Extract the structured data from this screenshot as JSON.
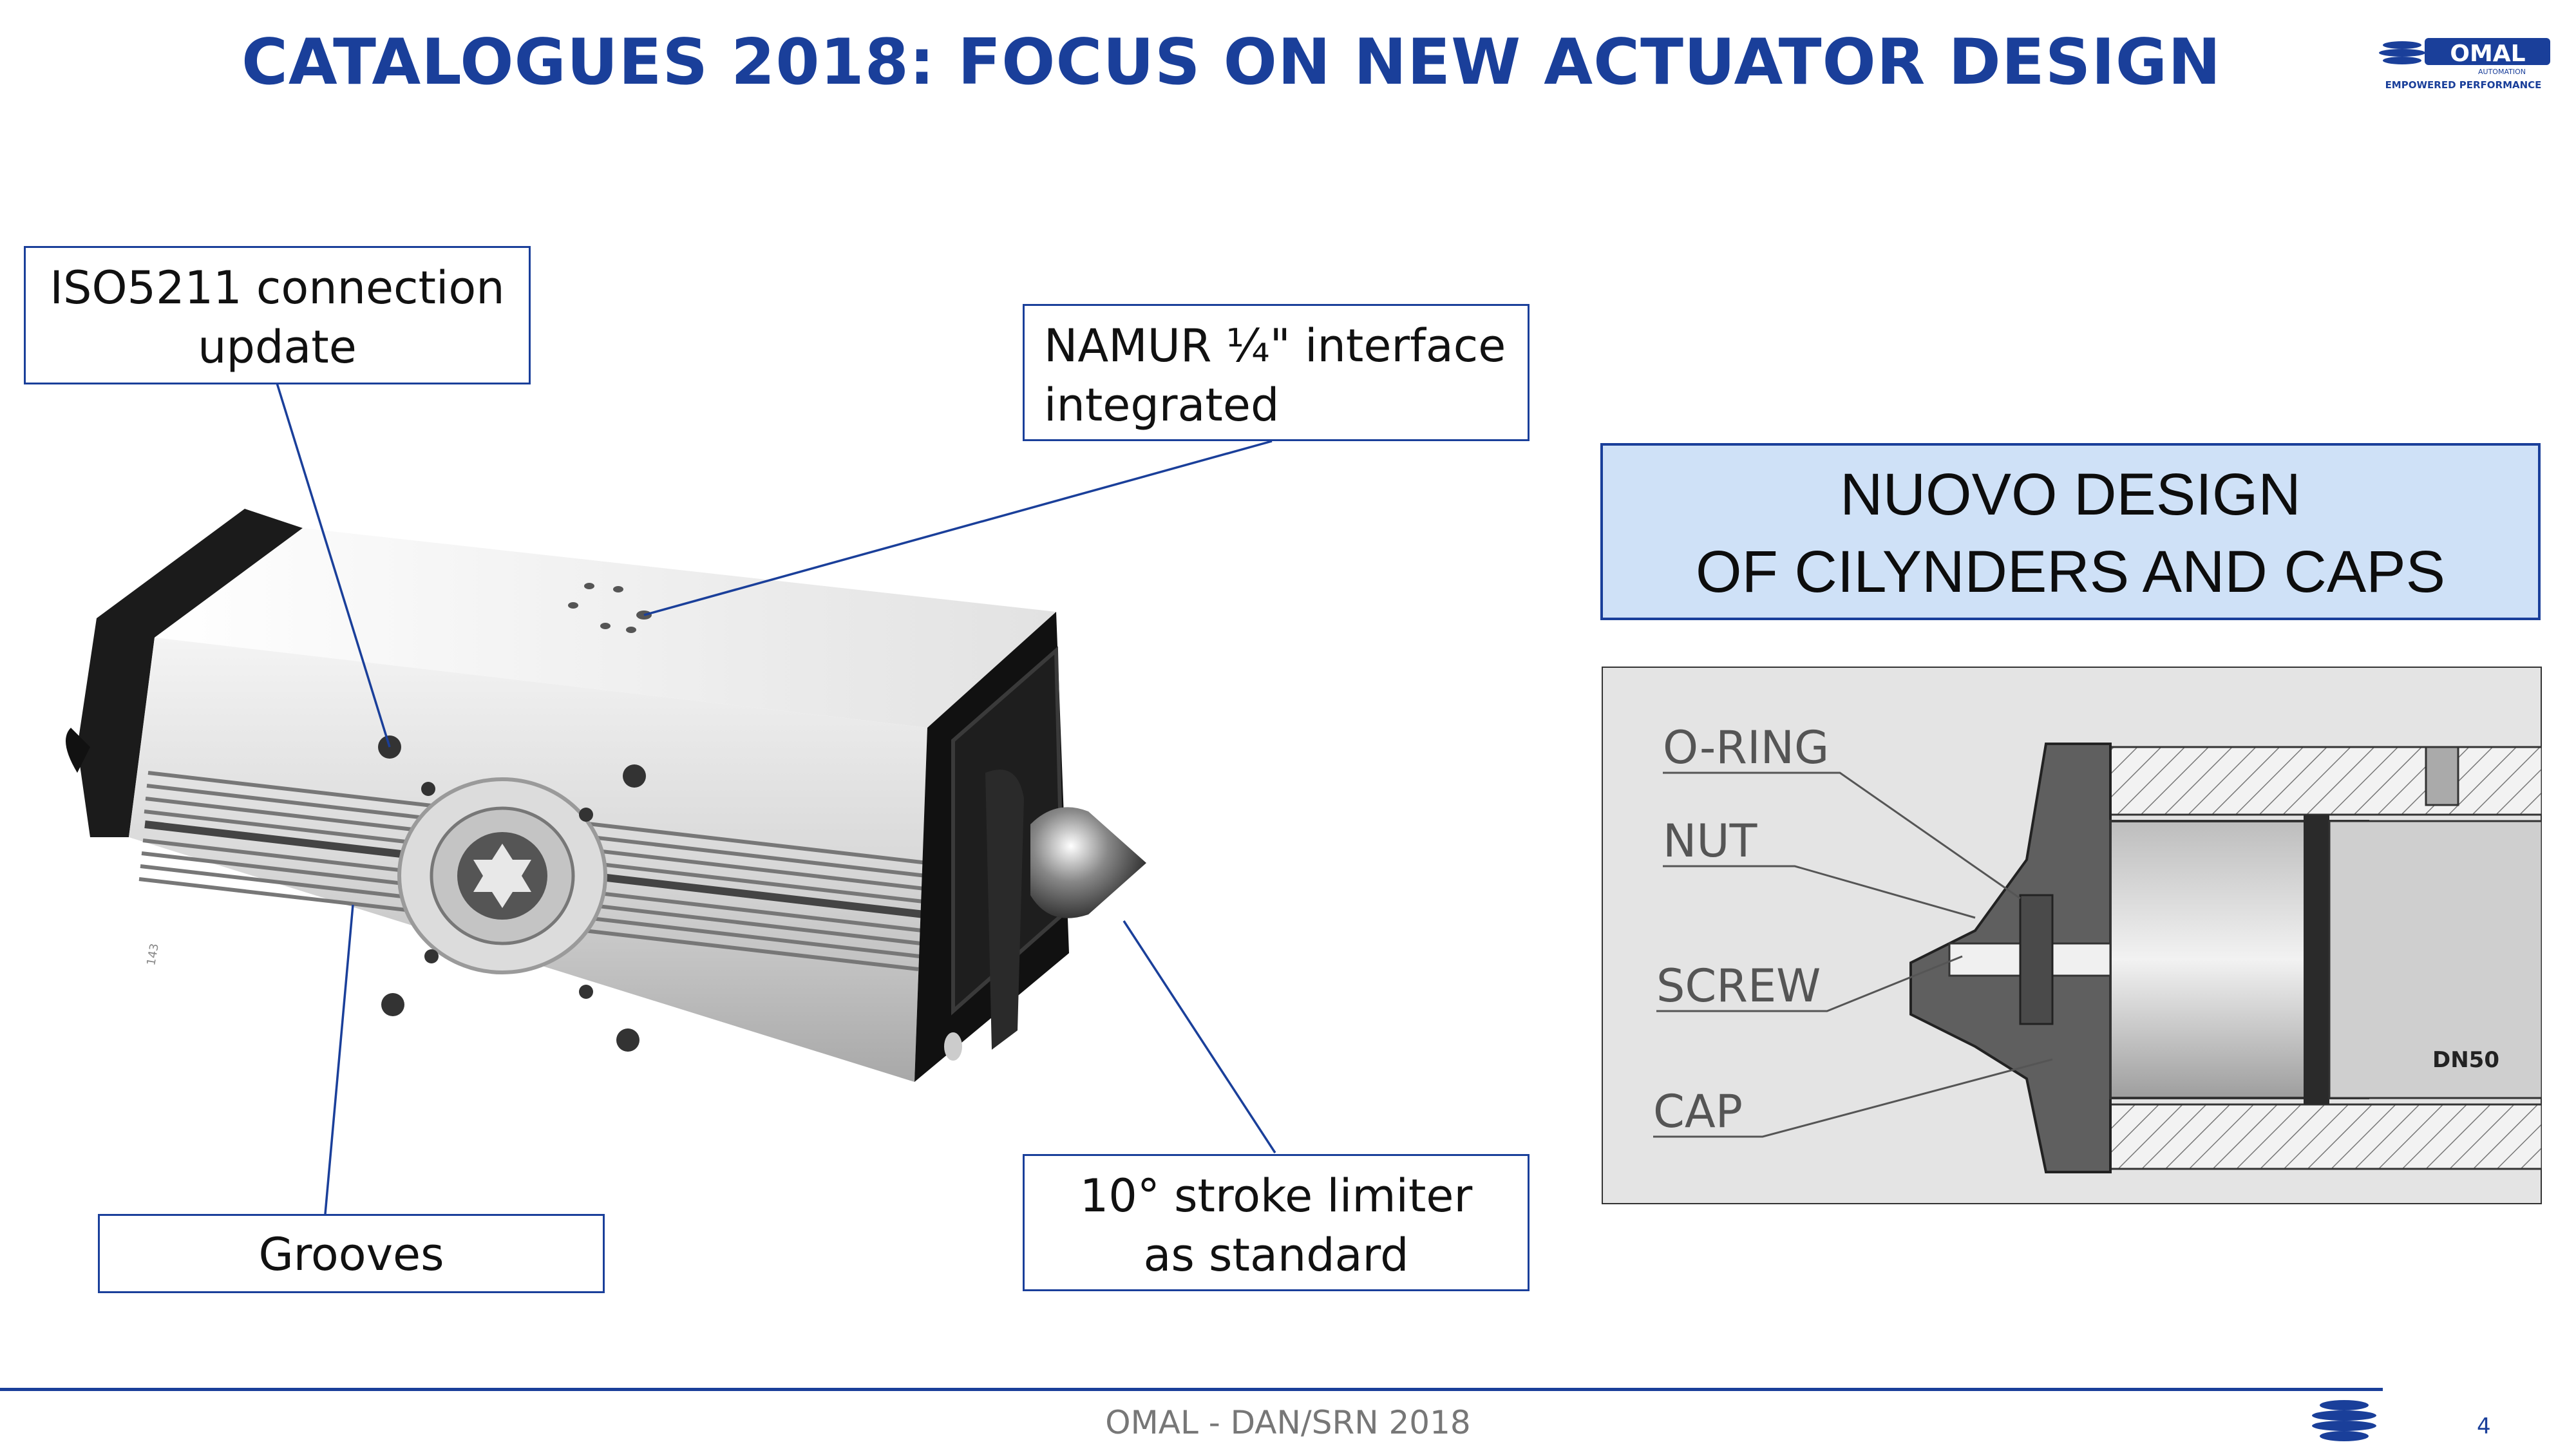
{
  "slide": {
    "title": "CATALOGUES 2018: FOCUS ON NEW ACTUATOR DESIGN",
    "logo": {
      "name": "OMAL",
      "sub": "AUTOMATION",
      "tagline": "EMPOWERED PERFORMANCE"
    },
    "callouts": {
      "iso": [
        "ISO5211 connection",
        "update"
      ],
      "namur": [
        "NAMUR ¼\" interface",
        "integrated"
      ],
      "grooves": [
        "Grooves"
      ],
      "stroke": [
        "10° stroke limiter",
        "as standard"
      ]
    },
    "nuovo": [
      "NUOVO DESIGN",
      "OF CILYNDERS AND CAPS"
    ],
    "section_labels": {
      "oring": "O-RING",
      "nut": "NUT",
      "screw": "SCREW",
      "cap": "CAP",
      "dn": "DN50"
    },
    "actuator_mark": "143",
    "footer": {
      "text": "OMAL - DAN/SRN 2018",
      "page": "4"
    },
    "colors": {
      "brand": "#1a3f9a",
      "highlight_box": "#cfe1f7"
    }
  }
}
